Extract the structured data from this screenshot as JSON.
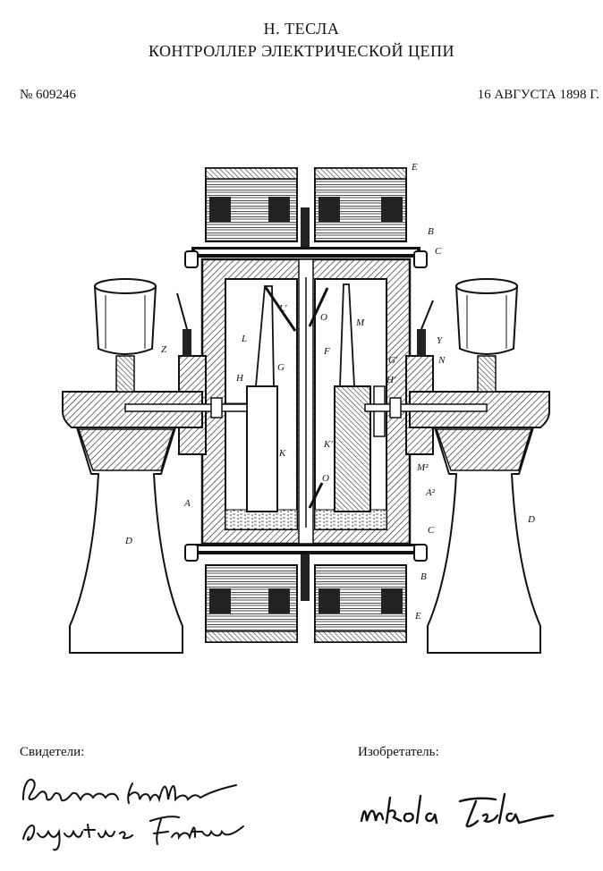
{
  "header": {
    "author": "Н. ТЕСЛА",
    "title": "КОНТРОЛЛЕР ЭЛЕКТРИЧЕСКОЙ ЦЕПИ",
    "patent_number": "№ 609246",
    "date": "16 АВГУСТА 1898 Г."
  },
  "figure": {
    "labels": {
      "E": "E",
      "B": "B",
      "C": "C",
      "Z": "Z",
      "Y": "Y",
      "L_prime": "L'",
      "O": "O",
      "M": "M",
      "L": "L",
      "G": "G",
      "F": "F",
      "G_prime": "G'",
      "N": "N",
      "H": "H",
      "H_prime": "H'",
      "K": "K",
      "K_prime": "K'",
      "M2": "M²",
      "A": "A",
      "A2": "A²",
      "D": "D"
    }
  },
  "footer": {
    "witnesses_label": "Свидетели:",
    "inventor_label": "Изобретатель:",
    "witness_signature_1": "Benjamin Miller",
    "witness_signature_2": "Augustine Fenton",
    "inventor_signature": "Nikola Tesla"
  }
}
